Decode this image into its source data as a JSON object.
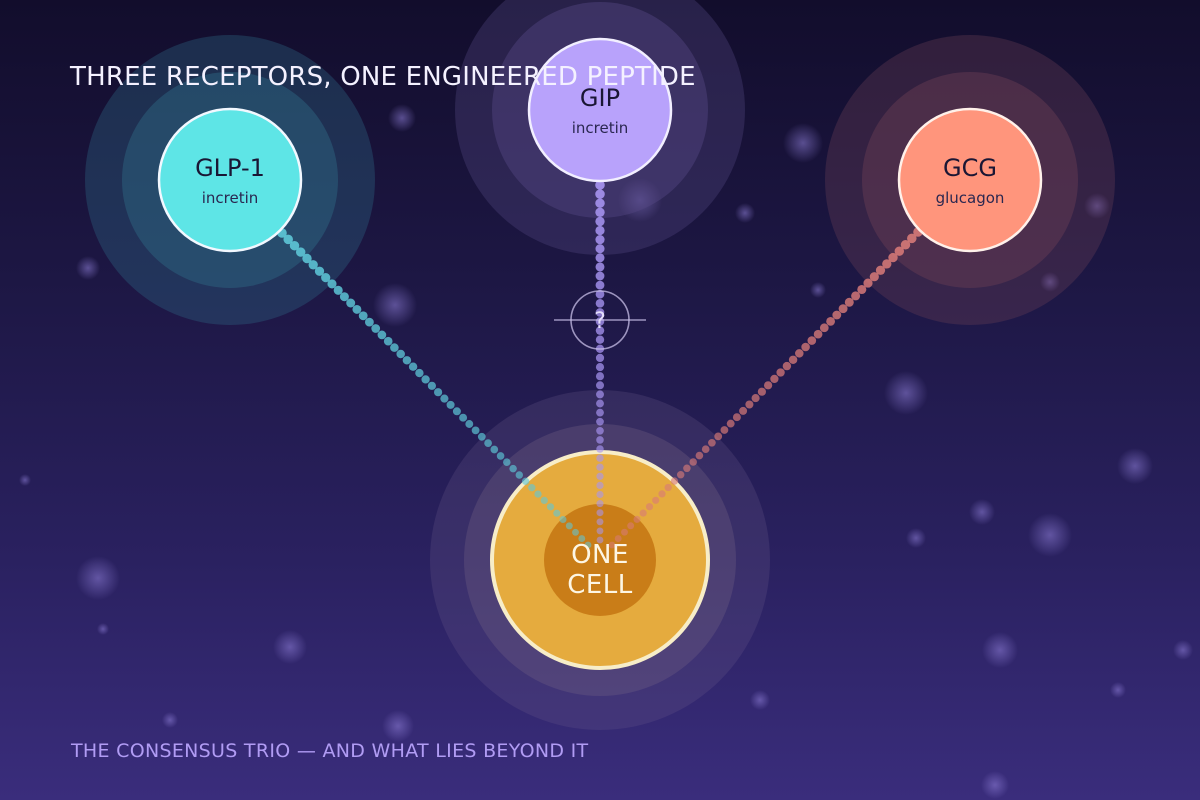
{
  "title": "THREE RECEPTORS, ONE ENGINEERED PEPTIDE",
  "caption": "THE CONSENSUS TRIO — AND WHAT LIES BEYOND IT",
  "receptors": [
    {
      "id": "glp1",
      "label": "GLP-1",
      "sublabel": "incretin",
      "color": "#5ee5e6",
      "halo": "#2f6a86",
      "trail": "#5ec8d8"
    },
    {
      "id": "gip",
      "label": "GIP",
      "sublabel": "incretin",
      "color": "#b8a2fb",
      "halo": "#544782",
      "trail": "#a895f2"
    },
    {
      "id": "gcg",
      "label": "GCG",
      "sublabel": "glucagon",
      "color": "#ff957c",
      "halo": "#6a3e55",
      "trail": "#d87a78"
    }
  ],
  "target": {
    "line1": "ONE",
    "line2": "CELL",
    "color": "#e5ab3e",
    "core": "#c97d18",
    "ring": "#f7edc8"
  },
  "unknown_marker": "?"
}
